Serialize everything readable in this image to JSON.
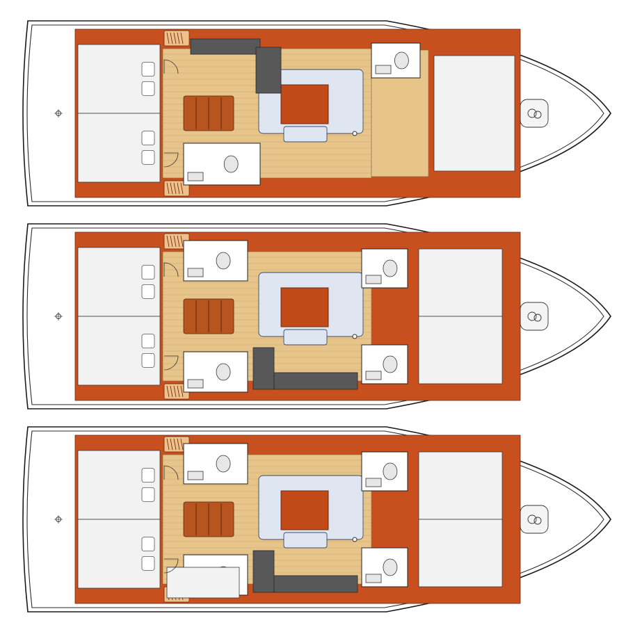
{
  "layouts": [
    {
      "variant": "three-cabin"
    },
    {
      "variant": "four-cabin"
    },
    {
      "variant": "four-cabin-crew"
    }
  ]
}
